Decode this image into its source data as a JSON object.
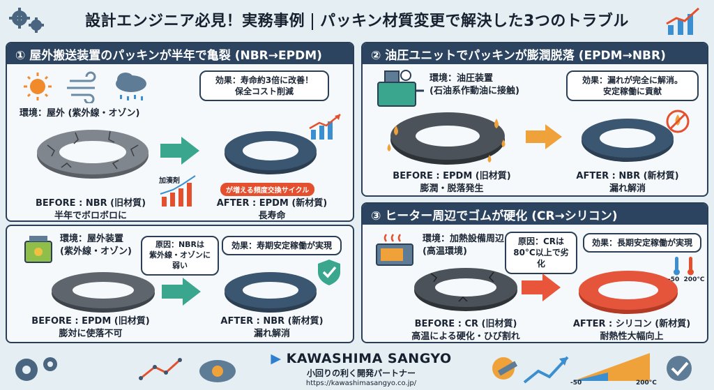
{
  "header": {
    "title_left": "設計エンジニア必見！実務事例",
    "title_right": "パッキン材質変更で解決した3つのトラブル"
  },
  "case1": {
    "heading": "① 屋外搬送装置のパッキンが半年で亀裂 (NBR→EPDM)",
    "env": "環境：屋外 (紫外線・オゾン)",
    "effect": "効果：寿命約3倍に改善！\n保全コスト削減",
    "chart_label": "加湊剤",
    "pill": "が増える頻度交換サイクル",
    "before_title": "BEFORE : NBR (旧材質)",
    "before_sub": "半年でボロボロに",
    "after_title": "AFTER : EPDM (新材質)",
    "after_sub": "長寿命"
  },
  "case2": {
    "heading": "② 油圧ユニットでパッキンが膨潤脱落 (EPDM→NBR)",
    "env": "環境：油圧装置\n(石油系作動油に接触)",
    "effect": "効果：漏れが完全に解消。\n安定稼働に貢献",
    "before_title": "BEFORE : EPDM (旧材質)",
    "before_sub": "膨潤・脱落発生",
    "after_title": "AFTER : NBR (新材質)",
    "after_sub": "漏れ解消"
  },
  "case3": {
    "heading": "③ ヒーター周辺でゴムが硬化 (CR→シリコン)",
    "env": "環境：加熱設備周辺\n(高温環境)",
    "cause": "原因：CRは\n80°C以上で劣化",
    "effect": "効果：長期安定稼働が実現",
    "temp_low": "-50",
    "temp_high": "200°C",
    "before_title": "BEFORE : CR (旧材質)",
    "before_sub": "高温による硬化・ひび割れ",
    "after_title": "AFTER : シリコン (新材質)",
    "after_sub": "耐熱性大幅向上"
  },
  "case4": {
    "env": "環境：屋外装置\n(紫外線・オゾン)",
    "cause": "原因：NBRは\n紫外線・オゾンに弱い",
    "effect": "効果：寿期安定稼働が実現",
    "before_title": "BEFORE : EPDM (旧材質)",
    "before_sub": "膨対に使落不可",
    "after_title": "AFTER : NBR (新材質)",
    "after_sub": "漏れ解消"
  },
  "footer": {
    "brand": "KAWASHIMA SANGYO",
    "tagline": "小回りの利く開発パートナー",
    "url": "https://kawashimasangyo.co.jp/",
    "scale_low": "-50",
    "scale_high": "200°C"
  },
  "colors": {
    "navy": "#2c4460",
    "ring_blue": "#3b5670",
    "ring_red": "#e5553b",
    "arrow_green": "#3aa68e",
    "arrow_orange": "#f0a23a",
    "arrow_red": "#e8553a",
    "accent_red": "#e4502d"
  }
}
